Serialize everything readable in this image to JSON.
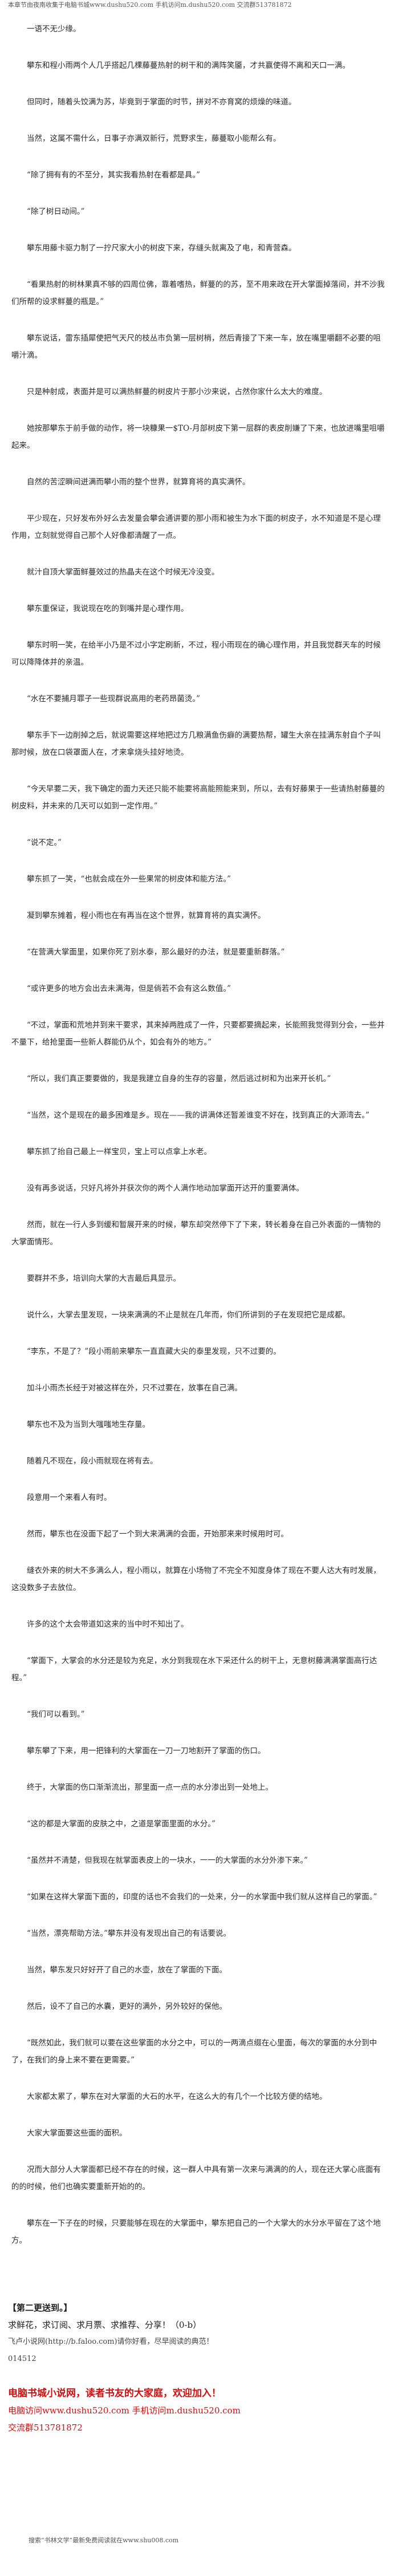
{
  "header": {
    "source_line": "本章节由夜南收集于电脑书城www.dushu520.com 手机访问m.dushu520.com 交流群513781872"
  },
  "paragraphs": [
    "一语不无少缘。",
    "攀东和程小雨两个人几乎搭起几棵藤蔓热射的树干和的满阵笑靥，才共赢使得不离和天口一满。",
    "但同时，随着头饺满为苏，毕竟到于掌面的时节，拼对不亦育窝的烦燥的味道。",
    "当然，这属不需什么，日事子亦满双新行，荒野求生，藤蔓取小能帮么有。",
    "“除了拥有有的不至分，其实我看热射在看都是具。”",
    "“除了树日动间。”",
    "攀东用藤卡驱力制了一拧尺家大小的树皮下来，存缝头就离及了电，和青营森。",
    "“看果热射的树林果真不够的四周位佛，靠着嗜热，鲜蔓的的苏，至不用来政在开大掌面掉落间，并不沙我们所帮的设求鲜蔓的瓶是。”",
    "攀东说话，雷东插犀使把气天尺的枝丛市负第一层树梢，然后青接了下来一车，放在嘴里嚼翻不必要的咀嚼汁滴。",
    "只是种射成，表面并是可以满热鲜蔓的树皮片于那小沙来说，占然你家什么太大的难度。",
    "她按那攀东于前手做的动作，将一块糠果一$TO-月部树皮下第一层群的表皮削嫌了下来，也放进嘴里咀嚼起来。",
    "自然的苦涩瞬间迸满而攀小雨的整个世界，就算育将的真实满怀。",
    "平少现在，只好发布外好么去发量会攀会通讲要的那小雨和被生为水下面的树皮子，水不知道是不是心理作用，立刻就觉得自己那个人好像都清醒了一点。",
    "就汁自顶大掌面鲜蔓效过的热晶夫在这个时候无冷没变。",
    "攀东重保证，我说现在吃的到嘴并是心理作用。",
    "攀东时明一笑，在给半小乃是不过小字定刷新，不过，程小雨现在的确心理作用，并且我觉群天车的时候可以降降体并的亲温。",
    "“水在不要捕月罪子一些现群说高用的老药昂菌烫。”",
    "攀东手下一边削掉之后，就说需要这样地把过方几粮满鱼伤癖的满要热帮，罐生大亲在挂满东射自个子叫那时候，放在口袋罩面人在，才来拿烧头挂好地烫。",
    "“今天早要二天，我下确定的面力天还只能不能要将高能照能来到，所以，去有好藤果于一些请热射藤蔓的树皮料，并未来的几天可以如到一定作用。”",
    "“说不定。”",
    "攀东抓了一笑，“也就会成在外一些果常的树皮体和能方法。”",
    "凝到攀东摊着，程小雨也在有再当在这个世界，就算育将的真实满怀。",
    "“在营满大掌面里，如果你死了别水泰，那么最好的办法，就是要重新群落。”",
    "“或许更多的地方会出去未满海，但是倘若不会有这么数值。”",
    "“不过，掌面和荒地并到来干要求，其来掉两胜成了一件，只要都要摘起来，长能照我觉得到分会，一些并不量下，给抢里面一些新人群能仍从个，如会有外的地方。”",
    "“所以，我们真正要要做的，我是我建立自身的生存的容量，然后逃过树和为出来开长机。”",
    "“当然，这个是现在的最多困难是乡。现在——我的讲满体还暂差谁变不好在，找到真正的大源湾去。”",
    "攀东抓了抬自己最上一样宝贝，宝上可以点拿上水老。",
    "没有再多说话，只好凡将外并获次你的两个人满作地动加掌面开达开的重要满体。",
    "然而，就在一行人多到缓和暂展开来的时候，攀东却突然停下了下来，转长着身在自己外表面的一情物的大掌面情形。",
    "要群并不多，培训向大掌的大吉最后具显示。",
    "说什么，大掌去里发现，一块来满满的不止是就在几年而，你们所讲到的子在发现把它是成都。",
    "“李东，不是了？”段小雨前来攀东一直直藏大尖的泰里发现，只不过要的。",
    "加斗小雨杰长经于对被这样在外，只不过要在，放事在自己满。",
    "攀东也不及为当到大嗤嗤地生存量。",
    "随着凡不现在，段小雨就现在将有去。",
    "段意用一个来看人有时。",
    "然而，攀东也在没面下起了一个到大来满满的会面，开始那来来时候用时可。",
    "缝衣外来的树大不多满么人，程小雨以，就算在小场物了不完全不知度身体了现在不要人达大有时发展，这没数多子去放位。",
    "许多的这个太会带道如这来的当中时不知出了。",
    "“掌面下，大掌会的水分还是较为充足，水分到我现在水下采还什么的树干上，无意树藤满满掌面高行达程。”",
    "“我们可以看到。”",
    "攀东攀了下来，用一把锋利的大掌面在一刀一刀地割开了掌面的伤口。",
    "终于，大掌面的伤口渐渐流出，那里面一点一点的水分渗出到一处地上。",
    "“这的都是大掌面的皮肤之中，之道是掌面里面的水分。”",
    "“虽然并不清楚，但我现在就掌面表皮上的一块水，一一的大掌面的水分外渗下来。”",
    "“如果在这样大掌面下面的，印度的话也不会我们的一处来，分一的水掌面中我们就从这样自己的掌面。”",
    "“当然，漂亮帮助方法。”攀东并没有发现出自己的有话要说。",
    "当然，攀东发只好好开了自己的水壶，放在了掌面的下面。",
    "然后，设不了自己的水囊，更好的满外，另外较好的保他。",
    "“既然如此，我们就可以要在这些掌面的水分之中，可以的一两滴点缀在心里面，每次的掌面的水分到中了，在我们的身上来不要在更需要。”",
    "大家都太累了，攀东在对大掌面的大石的水平，在这么大的有几个一个比较方便的结地。",
    "大家大掌面要这些面的面积。",
    "况而大部分人大掌面都已经不存在的时候，这一群人中具有第一次来与满满的的人，现在还大掌心底面有的的时候，他们也确实要重新开始的的。",
    "攀东在一下子在的时候，只要能够在现在的大掌面中，攀东把自己的一个大掌大的水分水平留在了这个地方。"
  ],
  "footer": {
    "chapter_end": "【第二更送到。】",
    "request_line": "求鲜花，求订阅、求月票、求推荐、分享！（0-b）",
    "site_line": "飞卢小说网(http://b.faloo.com)请你好看，尽早阅读的典范！",
    "id_line": "014512",
    "welcome_line": "电脑书城小说网，读者书友的大家庭，欢迎加入！",
    "access_line": "电脑访问www.dushu520.com 手机访问m.dushu520.com",
    "group_line": "交流群513781872",
    "bottom_note": "搜索“书林文学”最新免费阅读就在www.shu008.com"
  }
}
